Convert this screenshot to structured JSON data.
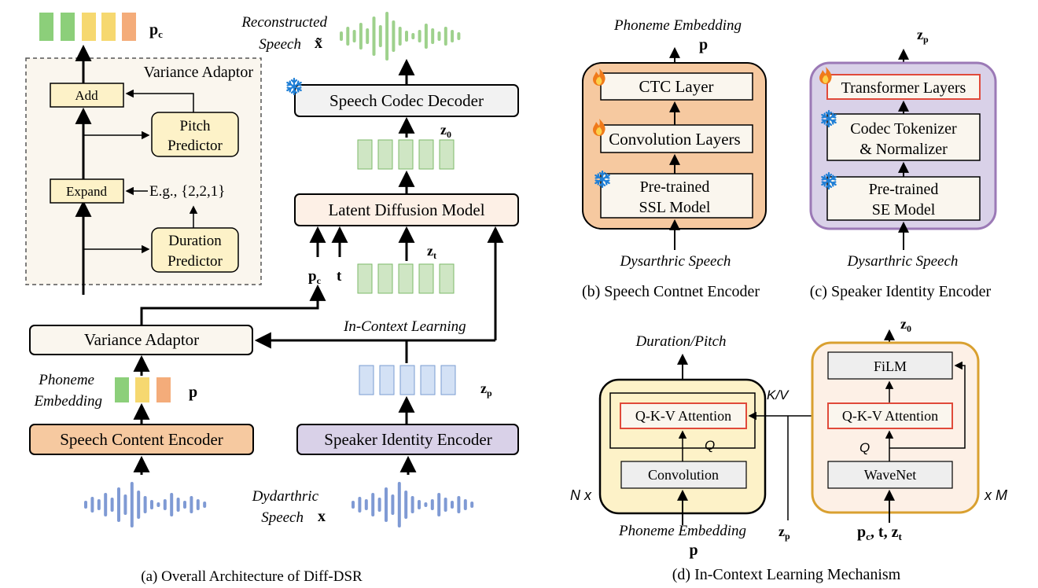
{
  "colors": {
    "pink_box": "#fdf0e6",
    "orange_box": "#f6c9a0",
    "purple_box": "#d9d1e8",
    "yellow_box": "#fdf2c8",
    "gray_box": "#eeeeee",
    "cream_panel": "#faf6ee",
    "green_bar": "#cfe6c4",
    "green_bar_stroke": "#7db96a",
    "blue_bar": "#d3e1f5",
    "blue_bar_stroke": "#7a9cd1",
    "wave_blue": "#7f9ad4",
    "wave_green": "#9ed18c",
    "red_border": "#e04a3a",
    "purple_border": "#9b79b6",
    "gold_border": "#d9a030",
    "feat_green": "#8ccf7a",
    "feat_yellow": "#f6d870",
    "feat_orange": "#f4ac7a"
  },
  "panel_a": {
    "variance_adaptor_inner_title": "Variance Adaptor",
    "add_label": "Add",
    "pitch_predictor_line1": "Pitch",
    "pitch_predictor_line2": "Predictor",
    "expand_label": "Expand",
    "eg_label": "E.g., {2,2,1}",
    "duration_predictor_line1": "Duration",
    "duration_predictor_line2": "Predictor",
    "pc_top": "p",
    "pc_top_sub": "c",
    "reconstructed_line1": "Reconstructed",
    "reconstructed_line2": "Speech",
    "x_tilde": "x̃",
    "speech_codec_decoder": "Speech Codec Decoder",
    "z0_label": "z",
    "z0_sub": "0",
    "latent_diffusion_model": "Latent Diffusion Model",
    "pc_label": "p",
    "pc_sub": "c",
    "t_label": "t",
    "zt_label": "z",
    "zt_sub": "t",
    "in_context_learning": "In-Context Learning",
    "variance_adaptor": "Variance Adaptor",
    "phoneme_line1": "Phoneme",
    "phoneme_line2": "Embedding",
    "p_label": "p",
    "zp_label": "z",
    "zp_sub": "p",
    "speech_content_encoder": "Speech Content Encoder",
    "speaker_identity_encoder": "Speaker Identity Encoder",
    "dydarthric_line1": "Dydarthric",
    "dydarthric_line2": "Speech",
    "x_label": "x",
    "caption": "(a) Overall Architecture of Diff-DSR"
  },
  "panel_b": {
    "phoneme_embedding": "Phoneme Embedding",
    "p_label": "p",
    "ctc_layer": "CTC Layer",
    "convolution_layers": "Convolution Layers",
    "pretrained_line1": "Pre-trained",
    "pretrained_line2": "SSL Model",
    "dysarthric_speech": "Dysarthric Speech",
    "caption": "(b) Speech Contnet Encoder"
  },
  "panel_c": {
    "zp_label": "z",
    "zp_sub": "p",
    "transformer_layers": "Transformer Layers",
    "codec_line1": "Codec Tokenizer",
    "codec_line2": "& Normalizer",
    "pretrained_line1": "Pre-trained",
    "pretrained_line2": "SE Model",
    "dysarthric_speech": "Dysarthric Speech",
    "caption": "(c) Speaker Identity Encoder"
  },
  "panel_d": {
    "duration_pitch": "Duration/Pitch",
    "qkv_left": "Q-K-V Attention",
    "q_left": "Q",
    "convolution": "Convolution",
    "nx": "N x",
    "phoneme_embedding": "Phoneme Embedding",
    "p_label": "p",
    "kv_label": "K/V",
    "zp_label": "z",
    "zp_sub": "p",
    "z0_label": "z",
    "z0_sub": "0",
    "film": "FiLM",
    "qkv_right": "Q-K-V Attention",
    "q_right": "Q",
    "wavenet": "WaveNet",
    "xm": "x M",
    "inputs_pc": "p",
    "inputs_pc_sub": "c",
    "inputs_rest": ", t, z",
    "inputs_zt_sub": "t",
    "caption": "(d) In-Context Learning Mechanism"
  },
  "icons": {
    "snowflake": "snowflake-icon",
    "fire": "fire-icon"
  }
}
